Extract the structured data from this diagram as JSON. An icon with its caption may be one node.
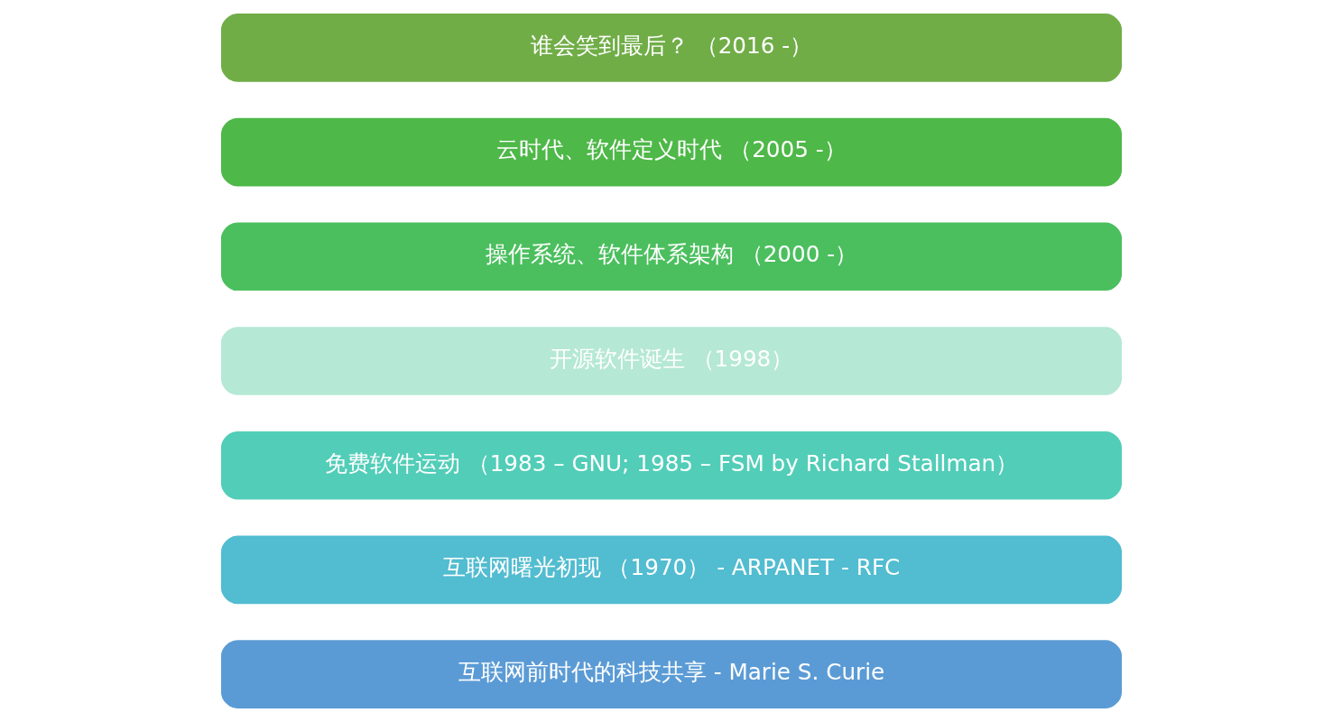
{
  "diagram": {
    "nodes": [
      {
        "text": [
          "互联网前时代的科技共享 - Marie S. Curie"
        ]
      },
      {
        "text": [
          "互联网曙光初现 （1970） - ARPANET - RFC"
        ]
      },
      {
        "text": [
          "免费软件运动 （1983 – GNU; 1985 – FSM by Richard Stallman）"
        ]
      },
      {
        "text": [
          "开源软件诞生 （1998）"
        ]
      },
      {
        "text": [
          "操作系统、软件体系架构 （2000 -）"
        ]
      },
      {
        "text": [
          "云时代、软件定义时代 （2005 -）"
        ]
      },
      {
        "text": [
          "谁会笑到最后？ （2016 -）"
        ]
      }
    ],
    "edges": []
  }
}
